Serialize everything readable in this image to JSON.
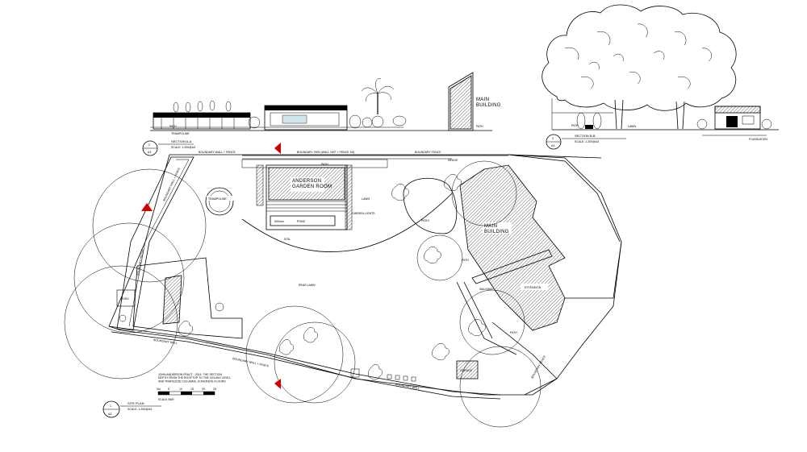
{
  "section_aa": {
    "labels": {
      "trampoline": "TRAMPOLINE",
      "path": "PATH",
      "main_building": "MAIN\nBUILDING"
    },
    "title": "SECTION A-A",
    "scale": "SCALE: 1:200@A3",
    "sheet_top": "2",
    "sheet_bottom": "A3"
  },
  "section_bb": {
    "labels": {
      "path": "PATH",
      "lawn": "LAWN",
      "foundation": "FOUNDATION"
    },
    "title": "SECTION B-B",
    "scale": "SCALE: 1:200@A3",
    "sheet_top": "3",
    "sheet_bottom": "A3"
  },
  "site_plan": {
    "labels": {
      "boundary_wall_fence_top": "BOUNDARY WALL + FENCE",
      "boundary_wall_fence_north": "BOUNDARY 2M'B (WALL 1M'F + FENCE 1M)",
      "boundary_fence_north_right": "BOUNDARY FENCE",
      "hedge": "HEDGE",
      "boundary_wall_fence_left": "BOUNDARY WALL + FENCE",
      "trampoline": "TRAMPOLINE",
      "garden_room": "ANDERSON\nGARDEN ROOM",
      "path_top": "PATH",
      "lawn": "LAWN",
      "pond": "POND",
      "pond_dim": "600mm",
      "garden_lights": "GARDEN LIGHTS",
      "soil": "SOIL",
      "patio": "PATIO",
      "main_building": "MAIN\nBUILDING",
      "path_right": "PATH",
      "walkway": "WALKWAY",
      "extension": "EXTENSION",
      "path_lower_right": "PATH",
      "boundary_hedge": "BOUNDARY HEDGE",
      "rear_lawn": "REAR LAWN",
      "shed": "SHED",
      "boundary_wall_bottom_left": "BOUNDARY WALL",
      "boundary_wall_fence_bottom": "BOUNDARY WALL + FENCE",
      "boundary_wall_bottom_right": "BOUNDARY WALL",
      "boundary_fence_right": "BOUNDARY FENCE",
      "garage": "GARAGE",
      "note": "JOHN ANDERSON FRACT - 2014. THE SECTION\nDEPTH FROM THE ROOFTOP TO THE CEILING LEVEL\nAND TRAPEZOID COLUMNS, CONCRETE FLOORS"
    },
    "scale_bar": {
      "ticks": [
        "0m",
        "5",
        "10",
        "15",
        "20",
        "25"
      ],
      "caption": "SCALE BAR"
    },
    "title": "SITE PLAN",
    "scale": "SCALE: 1:200@A3",
    "sheet_top": "1",
    "sheet_bottom": "A3"
  },
  "colors": {
    "linework": "#000000",
    "north_arrows": "#d00000",
    "background": "#ffffff"
  }
}
